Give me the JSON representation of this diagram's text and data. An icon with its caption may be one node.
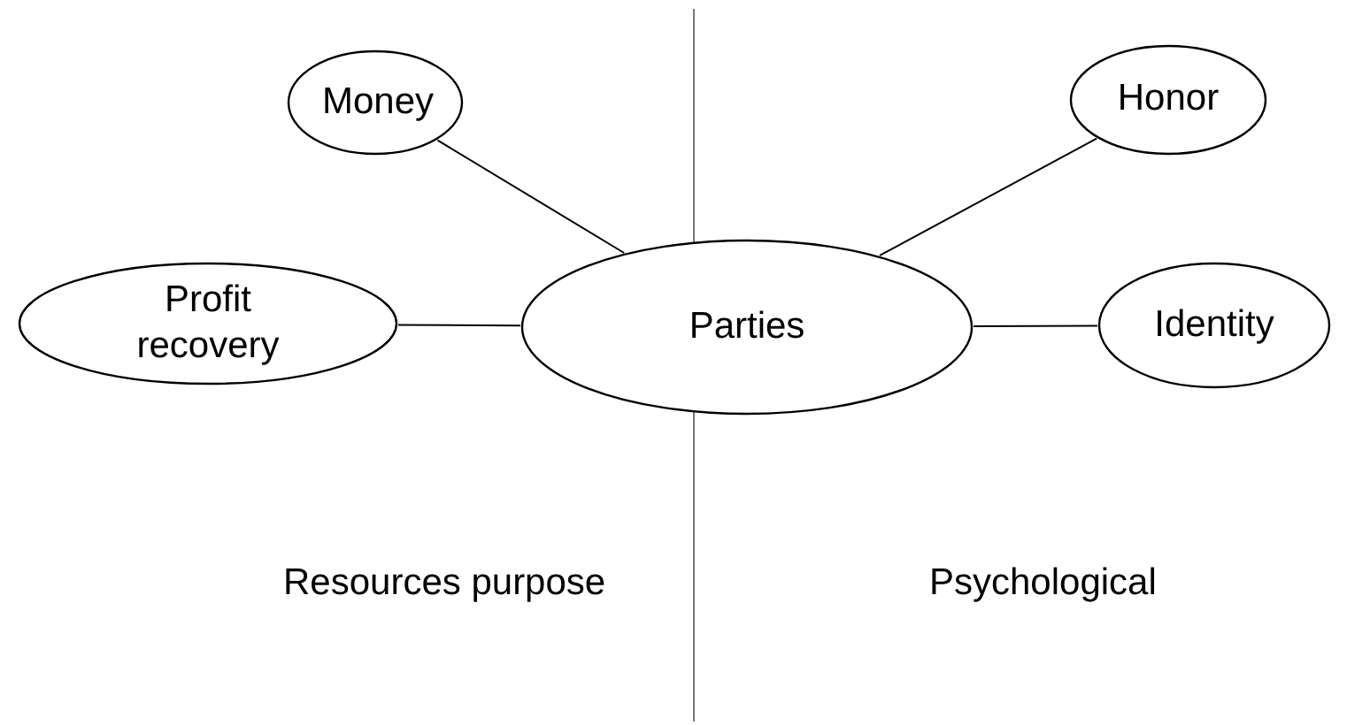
{
  "diagram": {
    "nodes": [
      {
        "text": [
          "Money"
        ]
      },
      {
        "text": [
          "Profit recovery"
        ]
      },
      {
        "text": [
          "Parties"
        ]
      },
      {
        "text": [
          "Honor"
        ]
      },
      {
        "text": [
          "Identity"
        ]
      }
    ],
    "edges": [
      {
        "from": 0,
        "to": 2,
        "arrow": "none"
      },
      {
        "from": 1,
        "to": 2,
        "arrow": "none"
      },
      {
        "from": 3,
        "to": 2,
        "arrow": "none"
      },
      {
        "from": 4,
        "to": 2,
        "arrow": "none"
      }
    ],
    "labels": [
      "Resources purpose",
      "Psychological"
    ]
  }
}
